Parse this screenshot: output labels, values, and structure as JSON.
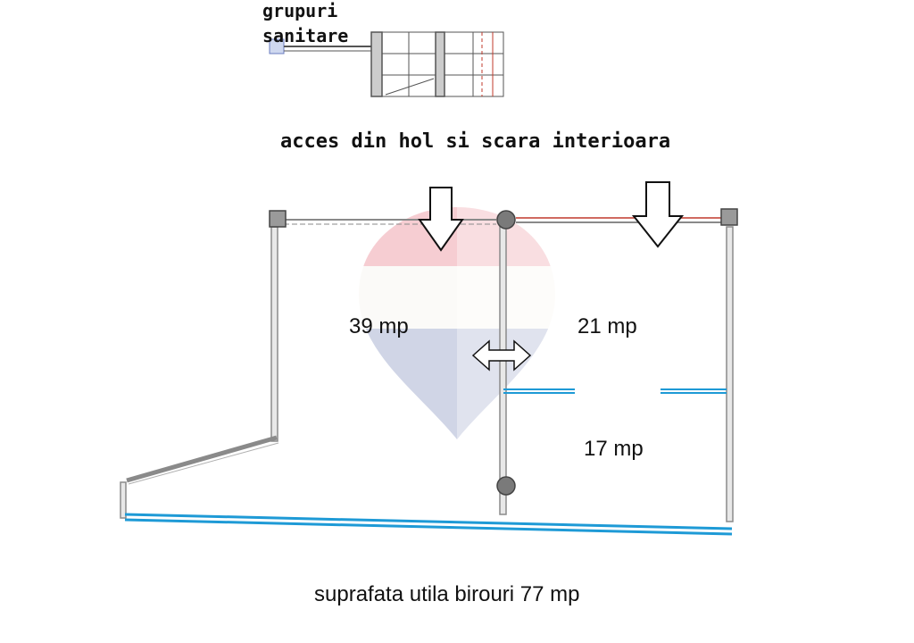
{
  "header": {
    "line1": "grupuri",
    "line2": "sanitare",
    "access_note": "acces din hol si scara interioara"
  },
  "rooms": [
    {
      "id": "room-a",
      "area": "39 mp"
    },
    {
      "id": "room-b",
      "area": "21 mp"
    },
    {
      "id": "room-c",
      "area": "17 mp"
    }
  ],
  "footer": {
    "summary": "suprafata utila birouri 77 mp"
  },
  "colors": {
    "wall": "#8a8a8a",
    "glass": "#1e9ad6",
    "entry_wall": "#c0392b",
    "column": "#7a7a7a",
    "watermark_red": "#e05060",
    "watermark_blue": "#5a6aa8"
  },
  "icons": [
    "down-arrow-icon",
    "double-arrow-icon",
    "watermark-logo-icon"
  ]
}
